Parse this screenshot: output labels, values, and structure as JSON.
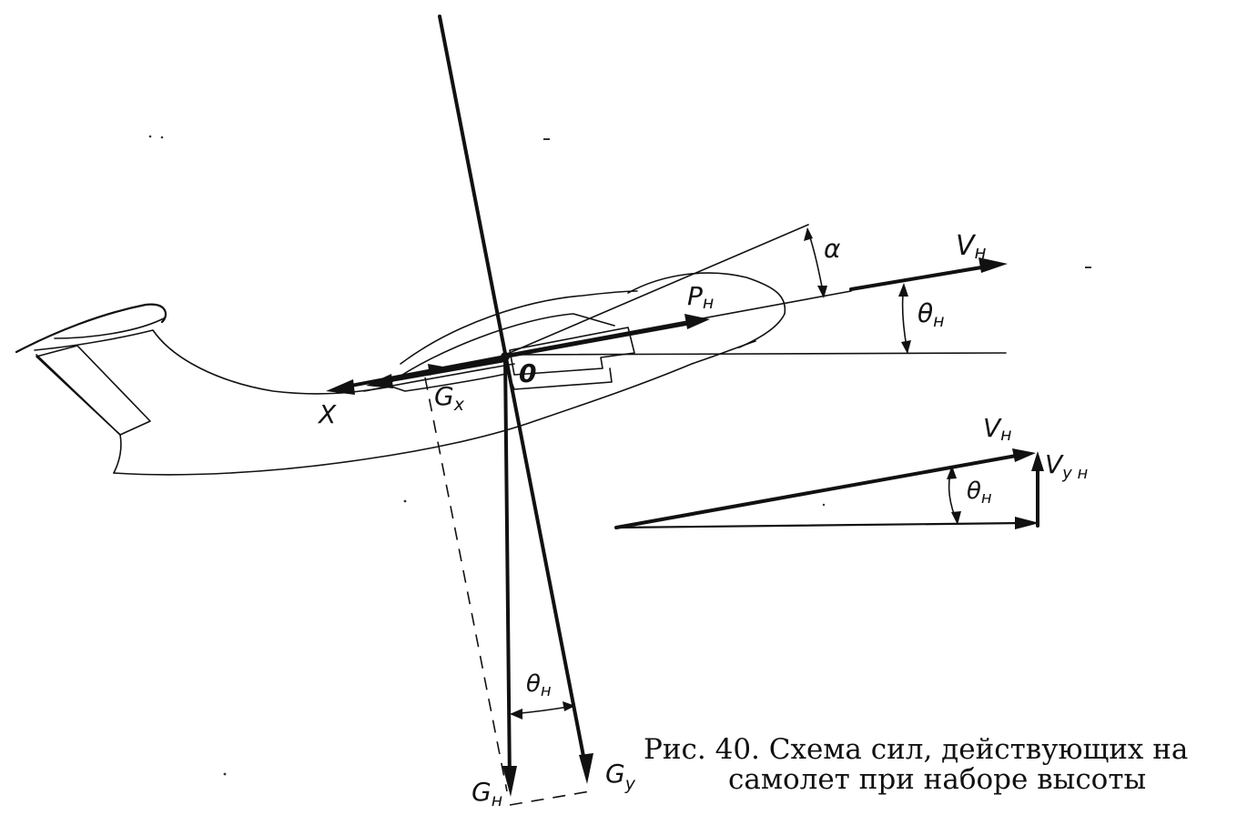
{
  "labels": {
    "v_h": "V",
    "v_h_sub": "н",
    "p_h": "P",
    "p_h_sub": "н",
    "alpha": "α",
    "theta_h": "θ",
    "theta_h_sub": "н",
    "origin": "0",
    "x_force": "X",
    "g_x": "G",
    "g_x_sub": "x",
    "g_h": "G",
    "g_h_sub": "н",
    "g_y": "G",
    "g_y_sub": "y",
    "v_h_triangle": "V",
    "v_h_triangle_sub": "н",
    "v_yh": "V",
    "v_yh_sub": "у н",
    "theta_triangle": "θ",
    "theta_triangle_sub": "н",
    "theta_bottom": "θ",
    "theta_bottom_sub": "н"
  },
  "caption": {
    "line1": "Рис.  40.  Схема  сил,  действующих  на",
    "line2": "самолет  при  наборе  высоты"
  }
}
